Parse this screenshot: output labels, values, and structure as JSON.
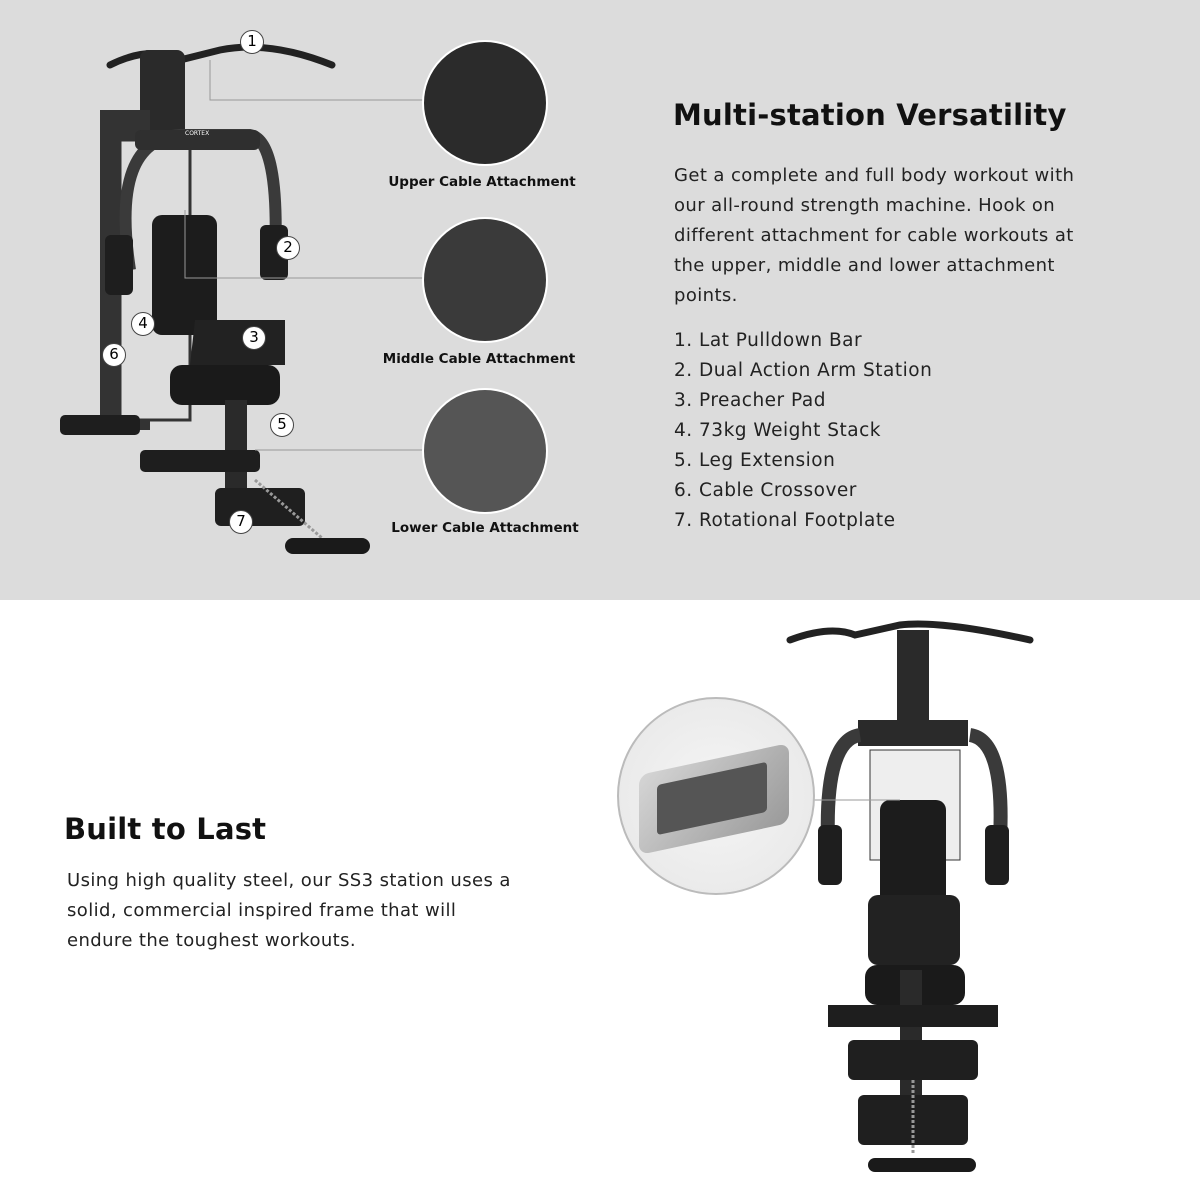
{
  "top_section": {
    "title": "Multi-station Versatility",
    "description": "Get a complete and full body workout with our all-round strength machine. Hook on different attachment for cable workouts at the upper, middle and lower attachment points.",
    "features": [
      "1. Lat Pulldown Bar",
      "2. Dual Action Arm Station",
      "3. Preacher Pad",
      "4. 73kg Weight Stack",
      "5. Leg Extension",
      "6. Cable Crossover",
      "7. Rotational Footplate"
    ],
    "callout_numbers": [
      "1",
      "2",
      "3",
      "4",
      "5",
      "6",
      "7"
    ],
    "attachments": [
      "Upper Cable Attachment",
      "Middle Cable Attachment",
      "Lower Cable Attachment"
    ],
    "brand": "CORTEX"
  },
  "bottom_section": {
    "title": "Built to Last",
    "description": "Using high quality steel, our SS3 station uses a solid, commercial inspired frame that will endure the toughest workouts."
  },
  "colors": {
    "top_bg": "#dcdcdc",
    "frame": "#2a2a2a"
  }
}
